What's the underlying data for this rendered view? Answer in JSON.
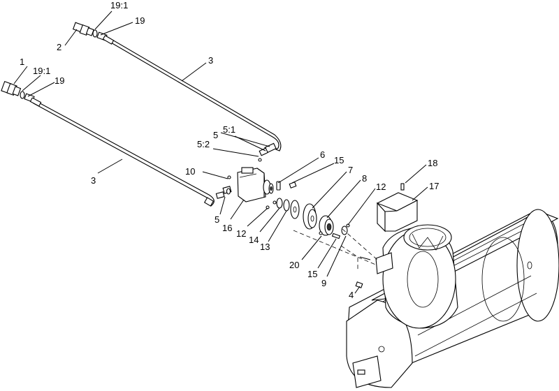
{
  "callouts": {
    "c1": "1",
    "c2": "2",
    "c3a": "3",
    "c3b": "3",
    "c4": "4",
    "c5a": "5",
    "c5b": "5",
    "c5_1": "5:1",
    "c5_2": "5:2",
    "c6": "6",
    "c7": "7",
    "c8": "8",
    "c9": "9",
    "c10": "10",
    "c12a": "12",
    "c12b": "12",
    "c13": "13",
    "c14": "14",
    "c15a": "15",
    "c15b": "15",
    "c16": "16",
    "c17": "17",
    "c18": "18",
    "c19a": "19",
    "c19b": "19",
    "c19_1a": "19:1",
    "c19_1b": "19:1",
    "c20": "20"
  }
}
